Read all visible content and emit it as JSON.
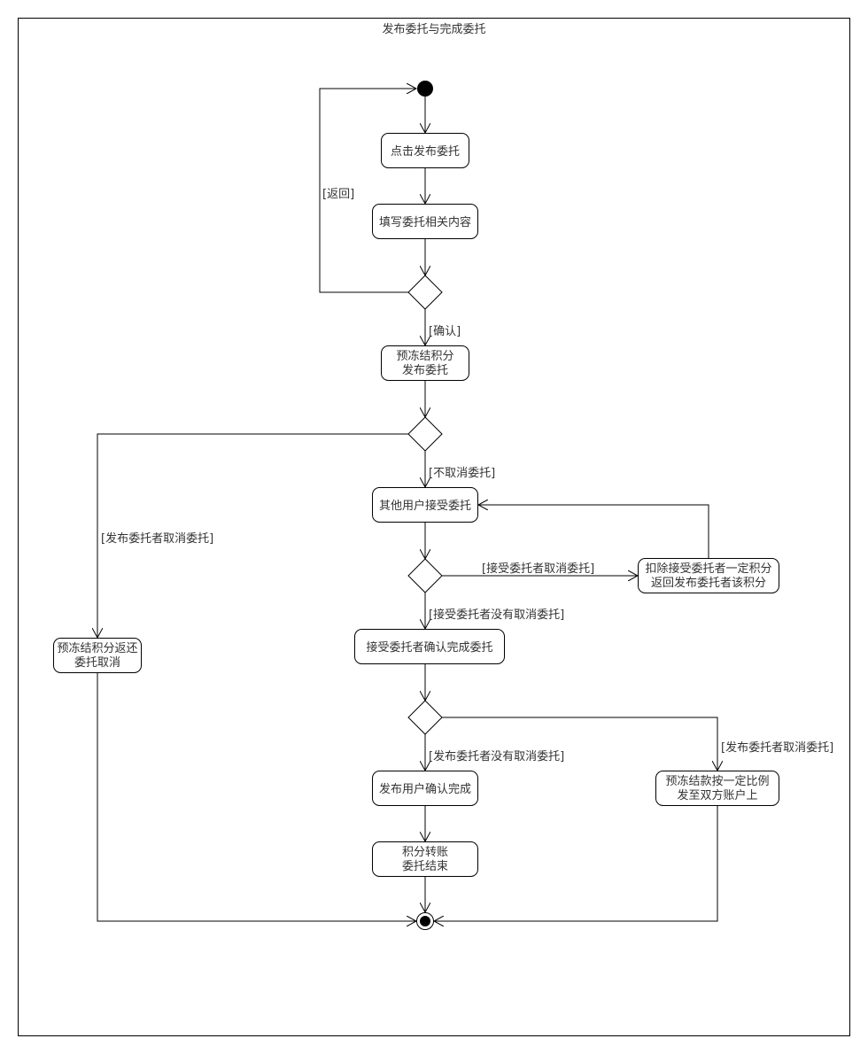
{
  "title": "发布委托与完成委托",
  "activities": {
    "click_publish": [
      "点击发布委托"
    ],
    "fill_content": [
      "填写委托相关内容"
    ],
    "freeze_publish": [
      "预冻结积分",
      "发布委托"
    ],
    "other_accept": [
      "其他用户接受委托"
    ],
    "deduct_return": [
      "扣除接受委托者一定积分",
      "返回发布委托者该积分"
    ],
    "refund_cancel": [
      "预冻结积分返还",
      "委托取消"
    ],
    "acceptor_confirm": [
      "接受委托者确认完成委托"
    ],
    "publisher_confirm": [
      "发布用户确认完成"
    ],
    "split_funds": [
      "预冻结款按一定比例",
      "发至双方账户上"
    ],
    "transfer_end": [
      "积分转账",
      "委托结束"
    ]
  },
  "guards": {
    "back": "[返回]",
    "confirm": "[确认]",
    "not_cancel": "[不取消委托]",
    "publisher_cancel_left": "[发布委托者取消委托]",
    "acceptor_cancel": "[接受委托者取消委托]",
    "acceptor_not_cancel": "[接受委托者没有取消委托]",
    "publisher_not_cancel": "[发布委托者没有取消委托]",
    "publisher_cancel_right": "[发布委托者取消委托]"
  }
}
